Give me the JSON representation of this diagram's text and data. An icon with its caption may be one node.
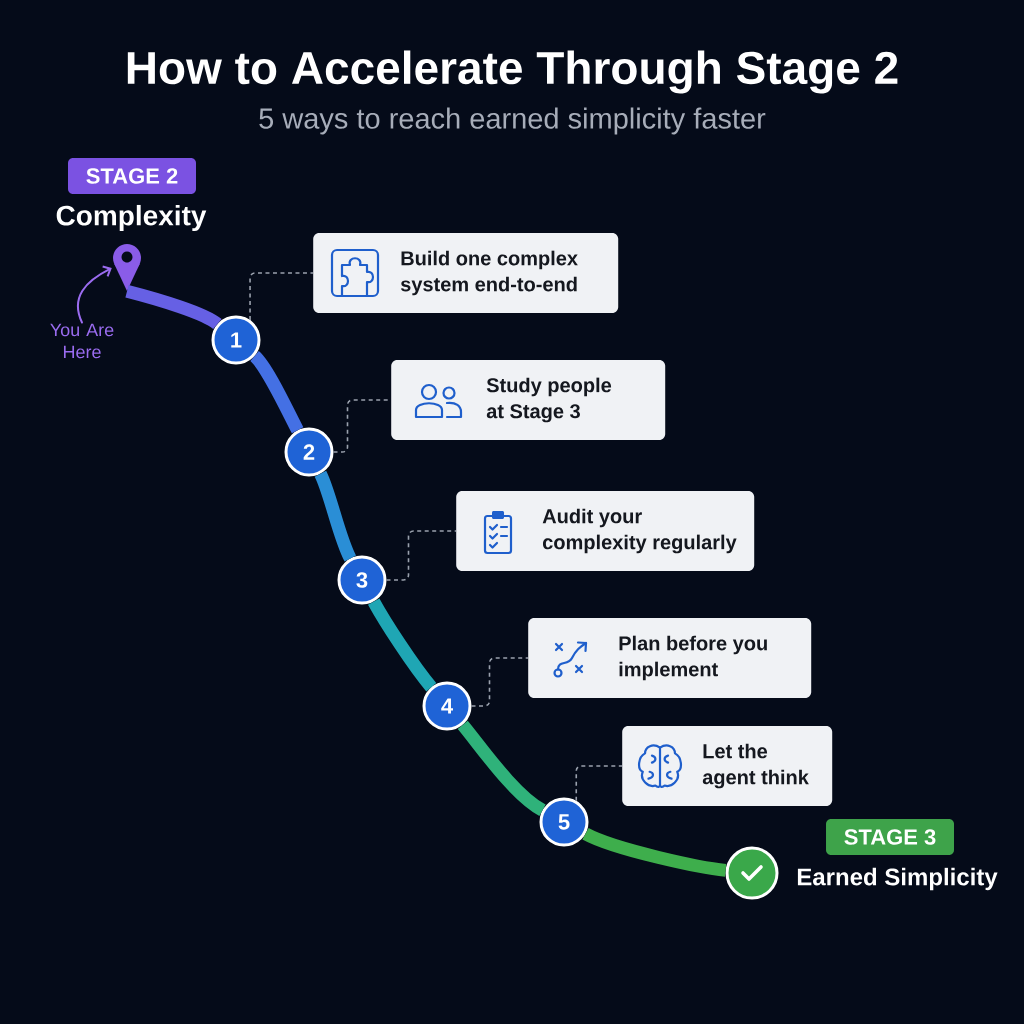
{
  "diagram": {
    "title": "How to Accelerate Through Stage 2",
    "nodes": [
      {
        "text": [
          "STAGE 2"
        ],
        "beside": [
          "Complexity"
        ]
      },
      {
        "text": [],
        "shape": "pin"
      },
      {
        "text": [
          "You Are Here"
        ]
      },
      {
        "text": [
          "Build one complex system end-to-end"
        ]
      },
      {
        "text": [
          "1"
        ]
      },
      {
        "text": [
          "Study people at Stage 3"
        ]
      },
      {
        "text": [
          "2"
        ]
      },
      {
        "text": [
          "Audit your complexity regularly"
        ]
      },
      {
        "text": [
          "3"
        ]
      },
      {
        "text": [
          "Plan before you implement"
        ]
      },
      {
        "text": [
          "4"
        ]
      },
      {
        "text": [
          "Let the agent think"
        ]
      },
      {
        "text": [
          "5"
        ]
      },
      {
        "text": [
          "STAGE 3"
        ],
        "beside": [
          "Earned Simplicity"
        ]
      },
      {
        "text": [],
        "shape": "circle"
      }
    ],
    "edges": [
      {
        "from": 2,
        "to": 1,
        "arrow": "to",
        "color": "#9b6cf0"
      },
      {
        "from": 1,
        "to": 4,
        "arrow": "none",
        "style": "thick",
        "color": "#6660e4"
      },
      {
        "from": 4,
        "to": 6,
        "arrow": "none",
        "style": "thick",
        "color": "#4470e4"
      },
      {
        "from": 6,
        "to": 8,
        "arrow": "none",
        "style": "thick",
        "color": "#2a8ed6"
      },
      {
        "from": 8,
        "to": 10,
        "arrow": "none",
        "style": "thick",
        "color": "#1fa6b4"
      },
      {
        "from": 10,
        "to": 12,
        "arrow": "none",
        "style": "thick",
        "color": "#2fb27a"
      },
      {
        "from": 12,
        "to": 14,
        "arrow": "none",
        "style": "thick",
        "color": "#3eae4c"
      },
      {
        "from": 4,
        "to": 3,
        "arrow": "none",
        "style": "dashed"
      },
      {
        "from": 6,
        "to": 5,
        "arrow": "none",
        "style": "dashed"
      },
      {
        "from": 8,
        "to": 7,
        "arrow": "none",
        "style": "dashed"
      },
      {
        "from": 10,
        "to": 9,
        "arrow": "none",
        "style": "dashed"
      },
      {
        "from": 12,
        "to": 11,
        "arrow": "none",
        "style": "dashed"
      }
    ],
    "labels": [
      "5 ways to reach earned simplicity faster"
    ]
  }
}
